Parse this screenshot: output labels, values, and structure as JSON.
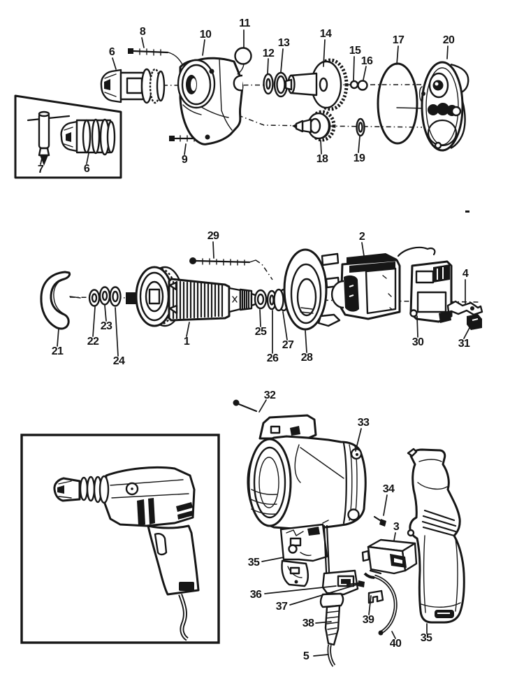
{
  "colors": {
    "ink": "#161616",
    "paper": "#ffffff"
  },
  "callouts": {
    "c8": "8",
    "c6a": "6",
    "c10": "10",
    "c11": "11",
    "c12": "12",
    "c13": "13",
    "c14": "14",
    "c15": "15",
    "c16": "16",
    "c17": "17",
    "c20": "20",
    "c9": "9",
    "c18": "18",
    "c19": "19",
    "c7": "7",
    "c6b": "6",
    "c29": "29",
    "c2": "2",
    "c21": "21",
    "c22": "22",
    "c23": "23",
    "c24": "24",
    "c1": "1",
    "c25": "25",
    "c26": "26",
    "c27": "27",
    "c28": "28",
    "c30": "30",
    "c4": "4",
    "c31": "31",
    "c32": "32",
    "c33": "33",
    "c34": "34",
    "c3": "3",
    "c35a": "35",
    "c36": "36",
    "c37": "37",
    "c38": "38",
    "c5": "5",
    "c39": "39",
    "c40": "40",
    "c35b": "35"
  }
}
